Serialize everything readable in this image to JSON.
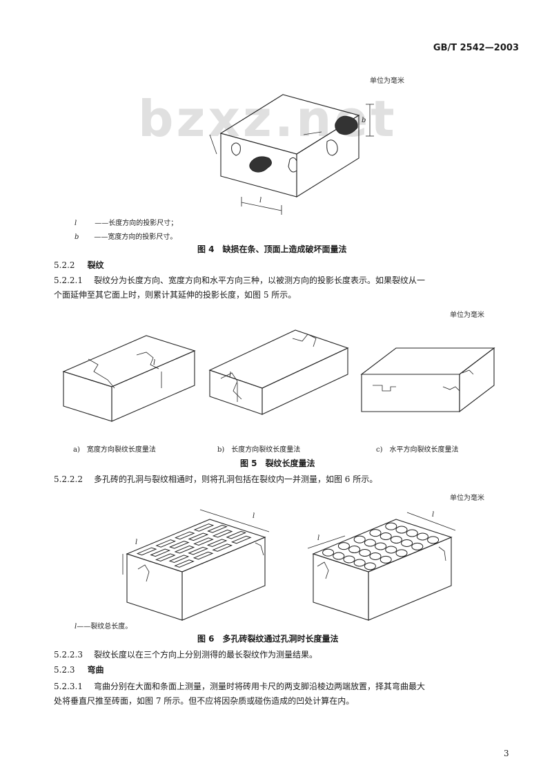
{
  "header": {
    "standard_no": "GB/T 2542—2003"
  },
  "watermark": "bzxz.net",
  "fig4": {
    "unit_note": "单位为毫米",
    "label_l": "l",
    "label_b": "b",
    "legend": [
      {
        "symbol": "l",
        "text": "——长度方向的投影尺寸；"
      },
      {
        "symbol": "b",
        "text": "——宽度方向的投影尺寸。"
      }
    ],
    "caption": "图 4　缺损在条、顶面上造成破坏面量法"
  },
  "sec_522": {
    "num": "5.2.2",
    "title": "裂纹"
  },
  "para_5221": {
    "num": "5.2.2.1",
    "line1": "裂纹分为长度方向、宽度方向和水平方向三种，以被测方向的投影长度表示。如果裂纹从一",
    "line2": "个面延伸至其它面上时，则累计其延伸的投影长度，如图 5 所示。"
  },
  "fig5": {
    "unit_note": "单位为毫米",
    "label_l": "l",
    "subcaptions": [
      "a)　宽度方向裂纹长度量法",
      "b)　长度方向裂纹长度量法",
      "c)　水平方向裂纹长度量法"
    ],
    "caption": "图 5　裂纹长度量法"
  },
  "para_5222": {
    "num": "5.2.2.2",
    "text": "多孔砖的孔洞与裂纹相通时，则将孔洞包括在裂纹内一并测量，如图 6 所示。"
  },
  "fig6": {
    "unit_note": "单位为毫米",
    "label_l": "l",
    "legend": {
      "symbol": "l",
      "text": "——裂纹总长度。"
    },
    "caption": "图 6　多孔砖裂纹通过孔洞时长度量法"
  },
  "para_5223": {
    "num": "5.2.2.3",
    "text": "裂纹长度以在三个方向上分别测得的最长裂纹作为测量结果。"
  },
  "sec_523": {
    "num": "5.2.3",
    "title": "弯曲"
  },
  "para_5231": {
    "num": "5.2.3.1",
    "line1": "弯曲分别在大面和条面上测量，测量时将砖用卡尺的两支脚沿棱边两端放置，择其弯曲最大",
    "line2": "处将垂直尺推至砖面，如图 7 所示。但不应将因杂质或碰伤造成的凹处计算在内。"
  },
  "footer": {
    "page_no": "3"
  }
}
